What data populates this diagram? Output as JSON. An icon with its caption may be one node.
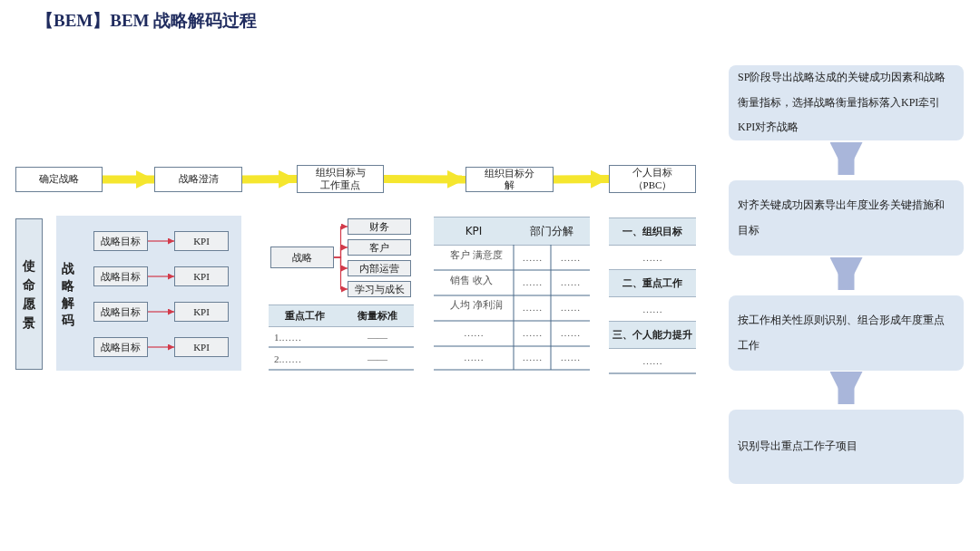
{
  "diagram": {
    "title": "【BEM】BEM 战略解码过程",
    "nodes": [
      {
        "text": [
          "确定战略"
        ]
      },
      {
        "text": [
          "战略澄清"
        ]
      },
      {
        "text": [
          "组织目标与工作重点"
        ]
      },
      {
        "text": [
          "组织目标分解"
        ]
      },
      {
        "text": [
          "个人目标（PBC）"
        ]
      },
      {
        "text": [
          "使命愿景"
        ]
      },
      {
        "text": [
          "战略解码"
        ]
      },
      {
        "text": [
          "战略目标"
        ],
        "in": 6
      },
      {
        "text": [
          "KPI"
        ],
        "in": 6
      },
      {
        "text": [
          "战略目标"
        ],
        "in": 6
      },
      {
        "text": [
          "KPI"
        ],
        "in": 6
      },
      {
        "text": [
          "战略目标"
        ],
        "in": 6
      },
      {
        "text": [
          "KPI"
        ],
        "in": 6
      },
      {
        "text": [
          "战略目标"
        ],
        "in": 6
      },
      {
        "text": [
          "KPI"
        ],
        "in": 6
      },
      {
        "text": [
          "战略"
        ]
      },
      {
        "text": [
          "财务"
        ]
      },
      {
        "text": [
          "客户"
        ]
      },
      {
        "text": [
          "内部运营"
        ]
      },
      {
        "text": [
          "学习与成长"
        ]
      },
      {
        "text": [
          "SP阶段导出战略达成的关键成功因素和战略衡量指标，选择战略衡量指标落入KPI牵引KPI对齐战略"
        ]
      },
      {
        "text": [
          "对齐关键成功因素导出年度业务关键措施和目标"
        ]
      },
      {
        "text": [
          "按工作相关性原则识别、组合形成年度重点工作"
        ]
      },
      {
        "text": [
          "识别导出重点工作子项目"
        ]
      }
    ],
    "edges": [
      {
        "from": 0,
        "to": 1,
        "arrow": "to",
        "style": "thick",
        "color": "#f5e62e"
      },
      {
        "from": 1,
        "to": 2,
        "arrow": "to",
        "style": "thick",
        "color": "#f5e62e"
      },
      {
        "from": 2,
        "to": 3,
        "arrow": "to",
        "style": "thick",
        "color": "#f5e62e"
      },
      {
        "from": 3,
        "to": 4,
        "arrow": "to",
        "style": "thick",
        "color": "#f5e62e"
      },
      {
        "from": 7,
        "to": 8,
        "arrow": "to"
      },
      {
        "from": 9,
        "to": 10,
        "arrow": "to"
      },
      {
        "from": 11,
        "to": 12,
        "arrow": "to"
      },
      {
        "from": 13,
        "to": 14,
        "arrow": "to"
      },
      {
        "from": 15,
        "to": 16,
        "arrow": "to"
      },
      {
        "from": 15,
        "to": 17,
        "arrow": "to"
      },
      {
        "from": 15,
        "to": 18,
        "arrow": "to"
      },
      {
        "from": 15,
        "to": 19,
        "arrow": "to"
      },
      {
        "from": 20,
        "to": 21,
        "arrow": "to",
        "style": "thick",
        "color": "#a9b6da"
      },
      {
        "from": 21,
        "to": 22,
        "arrow": "to",
        "style": "thick",
        "color": "#a9b6da"
      },
      {
        "from": 22,
        "to": 23,
        "arrow": "to",
        "style": "thick",
        "color": "#a9b6da"
      }
    ],
    "labels": [
      "重点工作",
      "衡量标准",
      "1.……",
      "——",
      "2.……",
      "——",
      "KPI",
      "部门分解",
      "客户 满意度",
      "……",
      "……",
      "销售 收入",
      "……",
      "……",
      "人均 净利润",
      "……",
      "……",
      "……",
      "……",
      "……",
      "……",
      "……",
      "……",
      "一、组织目标",
      "……",
      "二、重点工作",
      "……",
      "三、个人能力提升",
      "……"
    ]
  }
}
